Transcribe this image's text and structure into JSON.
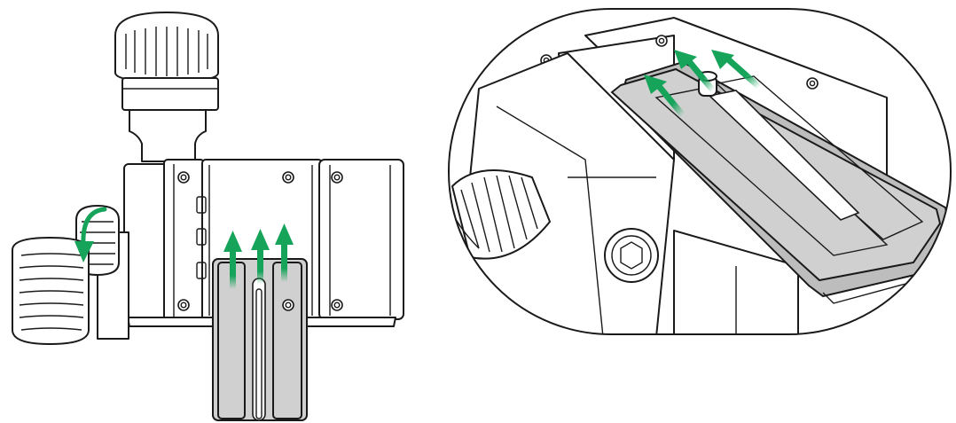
{
  "colors": {
    "arrow": "#16a35a",
    "plate": "#d0d0d0",
    "line": "#1a1a1a",
    "background": "#ffffff"
  },
  "views": [
    {
      "name": "front-view",
      "arrows": 3,
      "rotation_arrow": true
    },
    {
      "name": "detail-view",
      "arrows": 3
    }
  ]
}
